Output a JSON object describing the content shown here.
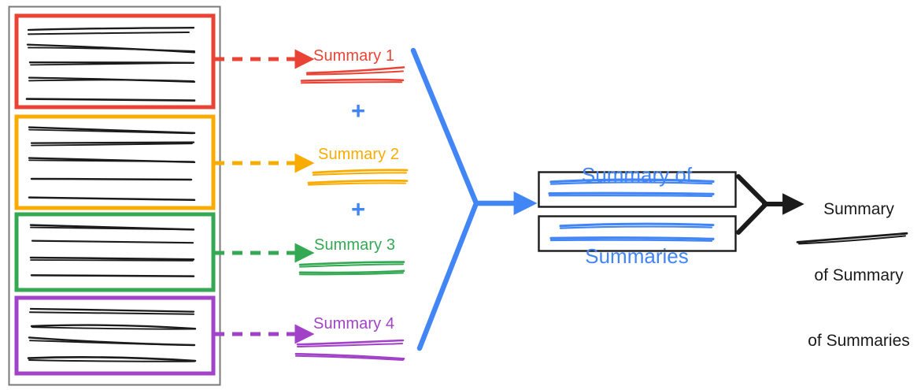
{
  "diagram": {
    "title_semantic": "hierarchical-summarization-pipeline",
    "colors": {
      "red": "#EA4335",
      "orange": "#F9AB00",
      "green": "#34A853",
      "purple": "#A142C8",
      "blue": "#4285F4",
      "black": "#1B1B1B",
      "gray_border": "#7A7A7A"
    }
  },
  "source_document": {
    "name": "source-document",
    "chunks": [
      {
        "id": "chunk-1",
        "color": "#EA4335",
        "line_count": 6,
        "arrow_style": "dashed",
        "target": "Summary 1"
      },
      {
        "id": "chunk-2",
        "color": "#F9AB00",
        "line_count": 5,
        "arrow_style": "dashed",
        "target": "Summary 2"
      },
      {
        "id": "chunk-3",
        "color": "#34A853",
        "line_count": 4,
        "arrow_style": "dashed",
        "target": "Summary 3"
      },
      {
        "id": "chunk-4",
        "color": "#A142C8",
        "line_count": 5,
        "arrow_style": "dashed",
        "target": "Summary 4"
      }
    ]
  },
  "summaries": [
    {
      "label": "Summary 1",
      "color": "#EA4335"
    },
    {
      "label": "Summary 2",
      "color": "#F9AB00"
    },
    {
      "label": "Summary 3",
      "color": "#34A853"
    },
    {
      "label": "Summary 4",
      "color": "#A142C8"
    }
  ],
  "operators": [
    {
      "glyph": "+",
      "color": "#4285F4"
    },
    {
      "glyph": "+",
      "color": "#4285F4"
    },
    {
      "glyph": "+",
      "color": "#4285F4"
    }
  ],
  "summary_of_summaries": {
    "title_line1": "Summary of",
    "title_line2": "Summaries",
    "color": "#4285F4",
    "boxes": [
      {
        "id": "sos-box-1",
        "line_count": 2
      },
      {
        "id": "sos-box-2",
        "line_count": 2
      }
    ]
  },
  "final_output": {
    "line1": "Summary",
    "line2": "of Summary",
    "line3": "of Summaries",
    "color": "#1B1B1B",
    "line_count": 1
  }
}
